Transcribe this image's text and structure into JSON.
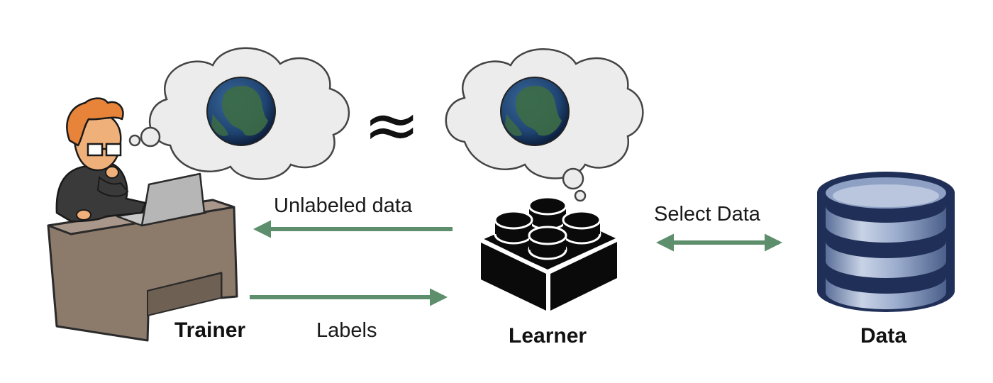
{
  "labels": {
    "unlabeled": "Unlabeled data",
    "labels": "Labels",
    "select": "Select Data",
    "trainer": "Trainer",
    "learner": "Learner",
    "data": "Data"
  },
  "symbols": {
    "approx": "≈"
  },
  "colors": {
    "arrow": "#5e8f6c",
    "cloud_fill": "#ececec",
    "cloud_stroke": "#444444",
    "database_fill": "#8ea0c4",
    "database_stroke": "#1f2f57",
    "desk": "#8c7a6b",
    "hair": "#e8843a",
    "shirt": "#3a3a3a"
  },
  "icons": {
    "trainer": "person-at-laptop-icon",
    "learner": "lego-brick-icon",
    "data": "database-icon",
    "world_model": "globe-icon",
    "thought": "thought-cloud-icon"
  }
}
